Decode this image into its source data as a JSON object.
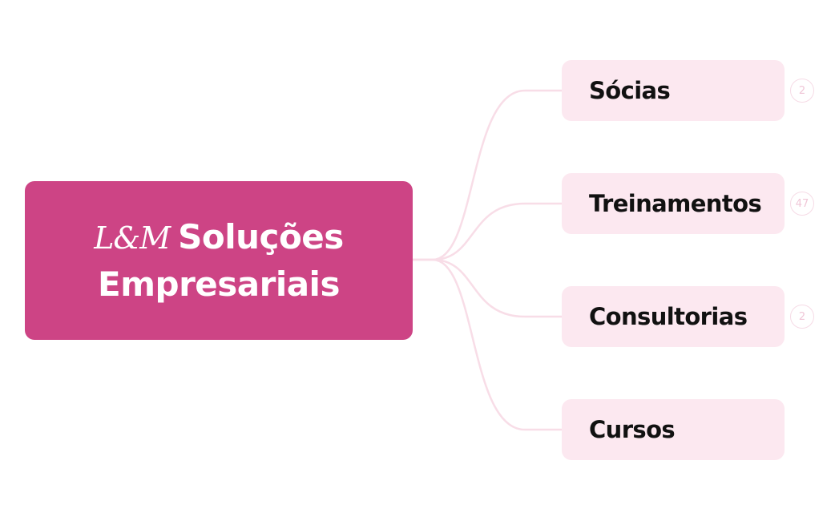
{
  "colors": {
    "root_fill": "#cd4485",
    "root_text": "#ffffff",
    "child_fill": "#fce8f0",
    "child_text": "#111111",
    "connector": "#f8dde7",
    "count_border": "#f6dbe6",
    "count_text": "#f0c6d7"
  },
  "root": {
    "logo": "L&M",
    "line1": "Soluções",
    "line2": "Empresariais"
  },
  "children": [
    {
      "label": "Sócias",
      "count": "2"
    },
    {
      "label": "Treinamentos",
      "count": "47"
    },
    {
      "label": "Consultorias",
      "count": "2"
    },
    {
      "label": "Cursos"
    }
  ]
}
